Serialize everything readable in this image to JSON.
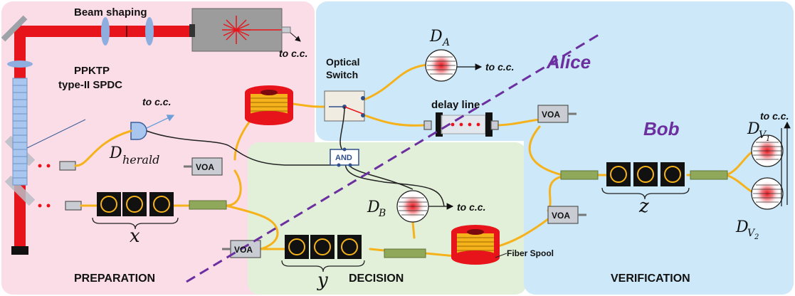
{
  "labels": {
    "beam_shaping": "Beam shaping",
    "to_cc": "to c.c.",
    "ppktp_line1": "PPKTP",
    "ppktp_line2": "type-II SPDC",
    "d_herald_main": "D",
    "d_herald_sub": "herald",
    "optical_switch_line1": "Optical",
    "optical_switch_line2": "Switch",
    "d_a_main": "D",
    "d_a_sub": "A",
    "alice": "Alice",
    "bob": "Bob",
    "delay_line": "delay line",
    "voa": "VOA",
    "and": "AND",
    "d_b_main": "D",
    "d_b_sub": "B",
    "d_v1_main": "D",
    "d_v1_sub": "V",
    "d_v1_subsub": "1",
    "d_v2_main": "D",
    "d_v2_sub": "V",
    "d_v2_subsub": "2",
    "x": "x",
    "y": "y",
    "z": "z",
    "fiber_spool": "Fiber Spool",
    "preparation": "PREPARATION",
    "decision": "DECISION",
    "verification": "VERIFICATION"
  },
  "colors": {
    "preparation_bg": "#fbdde8",
    "alice_bg": "#cde8f8",
    "decision_bg": "#e2f0d9",
    "verification_bg": "#cde8f8",
    "laser": "#e8141c",
    "fiber": "#f5b21b",
    "alice_bob": "#6b2fa0",
    "detector_red": "#e8323a"
  }
}
